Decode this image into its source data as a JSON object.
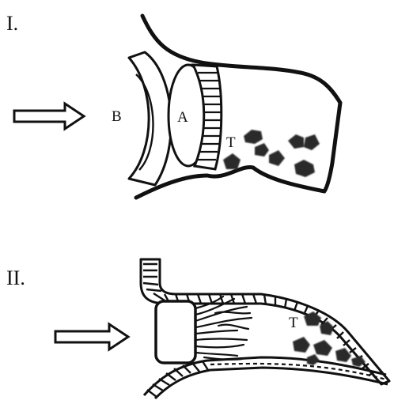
{
  "panels": [
    {
      "label": "I.",
      "parts": {
        "a": "A",
        "b": "B",
        "t": "T"
      }
    },
    {
      "label": "II.",
      "parts": {
        "t": "T"
      }
    }
  ],
  "colors": {
    "ink": "#111111",
    "particle": "#2b2b2b",
    "background": "#ffffff"
  }
}
